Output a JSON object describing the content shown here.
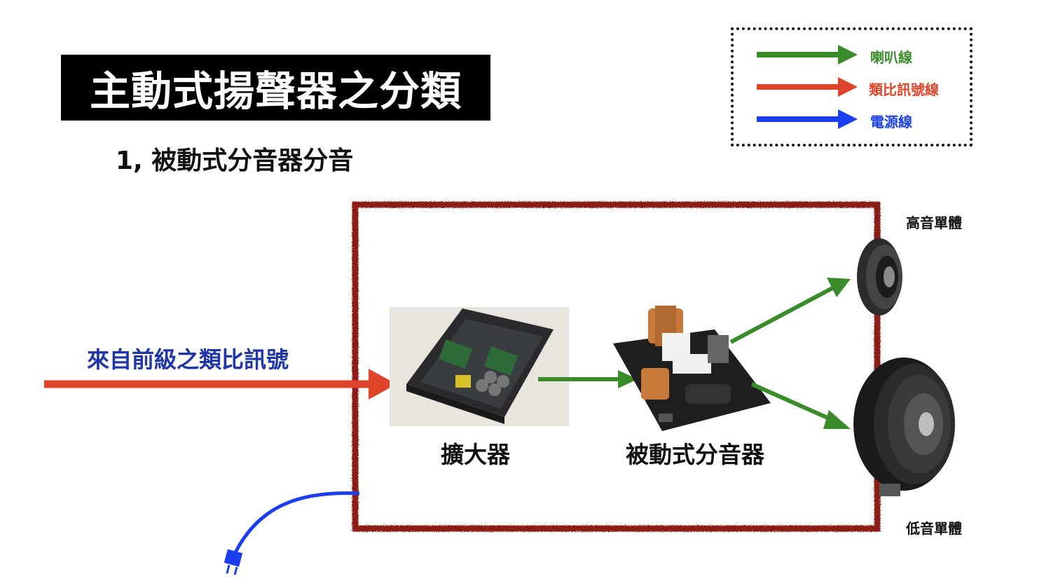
{
  "title": "主動式揚聲器之分類",
  "subtitle": "1, 被動式分音器分音",
  "legend": {
    "items": [
      {
        "label": "喇叭線",
        "color": "#3a8c2a"
      },
      {
        "label": "類比訊號線",
        "color": "#e0452c"
      },
      {
        "label": "電源線",
        "color": "#1a3ef0"
      }
    ]
  },
  "input_label": "來自前級之類比訊號",
  "amplifier_label": "擴大器",
  "crossover_label": "被動式分音器",
  "tweeter_label": "高音單體",
  "woofer_label": "低音單體",
  "colors": {
    "speaker_wire": "#3a8c2a",
    "signal_wire": "#e0452c",
    "power_wire": "#1a3ef0",
    "enclosure_border": "#8b1e12"
  }
}
